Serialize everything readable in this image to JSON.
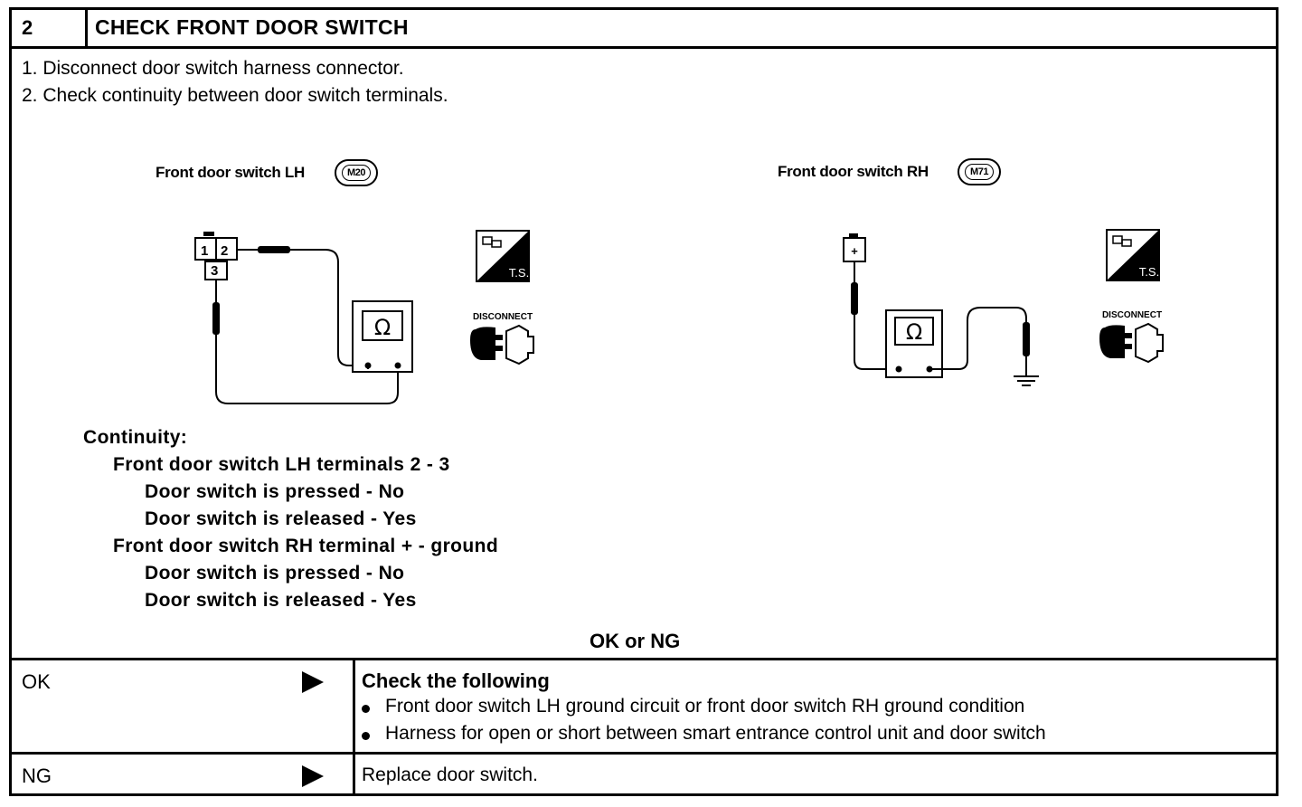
{
  "header": {
    "step_number": "2",
    "title": "CHECK FRONT DOOR SWITCH"
  },
  "steps": [
    "1.  Disconnect door switch harness connector.",
    "2.  Check continuity between door switch terminals."
  ],
  "diagram_left": {
    "label": "Front door switch LH",
    "connector_badge": "M20",
    "terminals": [
      "1",
      "2",
      "3"
    ],
    "meter_symbol": "Ω",
    "ts_icon_text": "T.S.",
    "disconnect_label": "DISCONNECT"
  },
  "diagram_right": {
    "label": "Front door switch RH",
    "connector_badge": "M71",
    "terminal": "+",
    "meter_symbol": "Ω",
    "ts_icon_text": "T.S.",
    "disconnect_label": "DISCONNECT"
  },
  "continuity": {
    "heading": "Continuity:",
    "lh_line": "Front door switch LH terminals 2 - 3",
    "lh_pressed": "Door switch is pressed - No",
    "lh_released": "Door switch is released - Yes",
    "rh_line": "Front door switch RH terminal + - ground",
    "rh_pressed": "Door switch is pressed - No",
    "rh_released": "Door switch is released - Yes"
  },
  "ok_or_ng": "OK or NG",
  "ok_row": {
    "label": "OK",
    "heading": "Check the following",
    "bullets": [
      "Front door switch LH ground circuit or front door switch RH ground condition",
      "Harness for open or short between smart entrance control unit and door switch"
    ]
  },
  "ng_row": {
    "label": "NG",
    "text": "Replace door switch."
  }
}
